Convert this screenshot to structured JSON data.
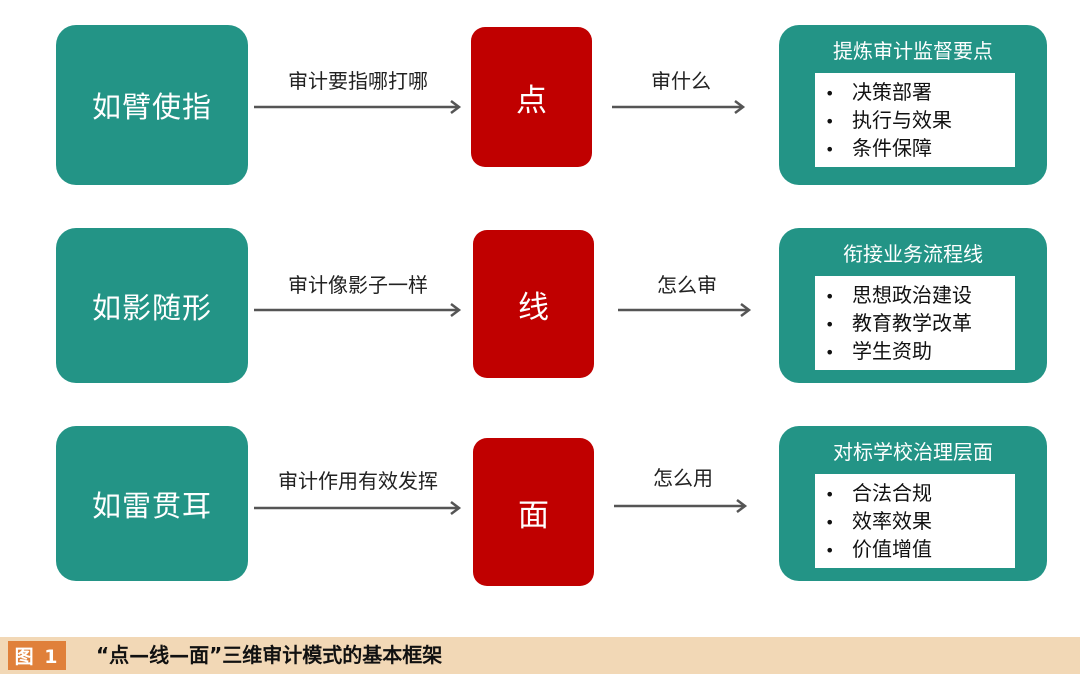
{
  "rows": [
    {
      "left_label": "如臂使指",
      "arrow1_label": "审计要指哪打哪",
      "center_label": "点",
      "arrow2_label": "审什么",
      "detail_title": "提炼审计监督要点",
      "detail_items": [
        "决策部署",
        "执行与效果",
        "条件保障"
      ]
    },
    {
      "left_label": "如影随形",
      "arrow1_label": "审计像影子一样",
      "center_label": "线",
      "arrow2_label": "怎么审",
      "detail_title": "衔接业务流程线",
      "detail_items": [
        "思想政治建设",
        "教育教学改革",
        "学生资助"
      ]
    },
    {
      "left_label": "如雷贯耳",
      "arrow1_label": "审计作用有效发挥",
      "center_label": "面",
      "arrow2_label": "怎么用",
      "detail_title": "对标学校治理层面",
      "detail_items": [
        "合法合规",
        "效率效果",
        "价值增值"
      ]
    }
  ],
  "bullet_symbol": "•",
  "caption": {
    "figure_label": "图 1",
    "text": "“点—线—面”三维审计模式的基本框架"
  },
  "colors": {
    "teal": "#239486",
    "red": "#c00000",
    "caption_bg": "#f2d8b6",
    "figure_label_bg": "#e0803a"
  }
}
